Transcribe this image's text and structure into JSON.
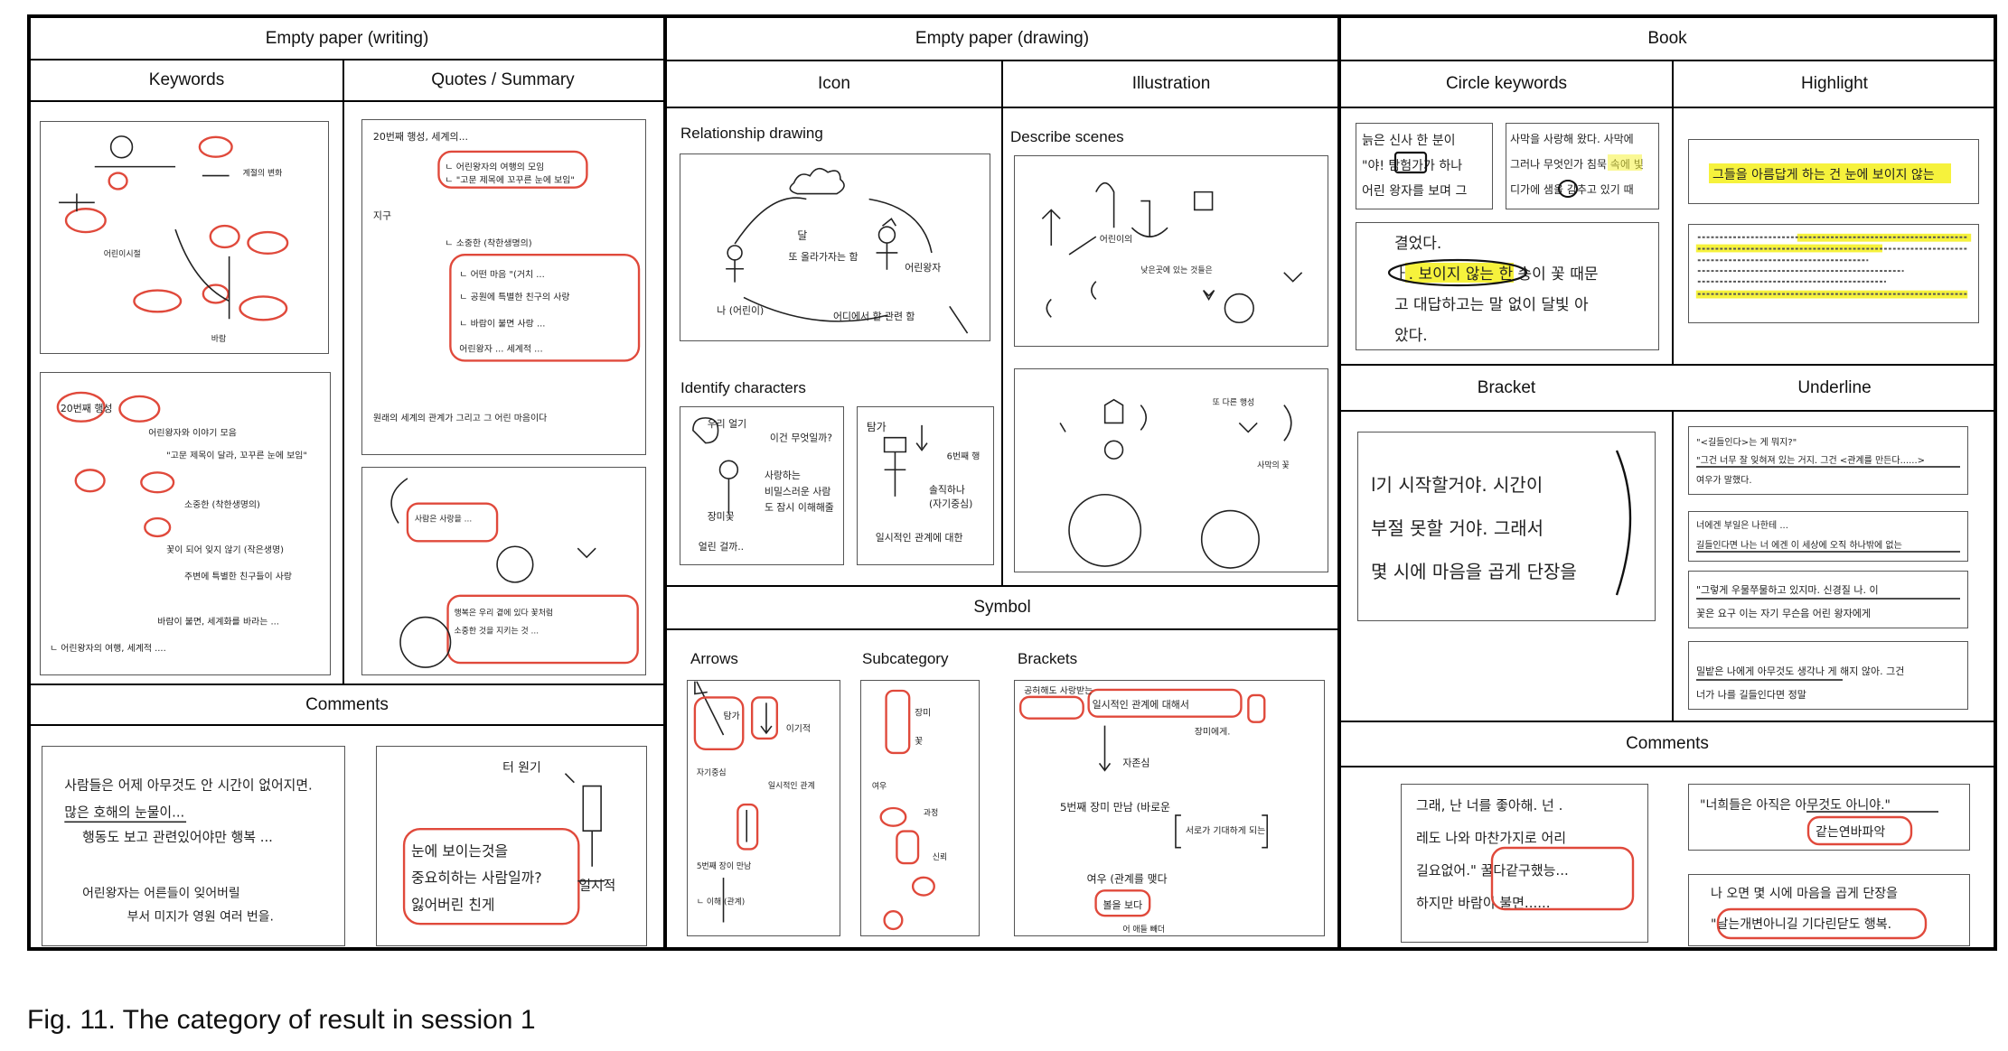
{
  "figure": {
    "caption": "Fig. 11. The category of result in session 1",
    "sections": [
      {
        "title": "Empty paper (writing)",
        "subs": [
          "Keywords",
          "Quotes / Summary"
        ],
        "comments": "Comments"
      },
      {
        "title": "Empty paper (drawing)",
        "subs": [
          "Icon",
          "Illustration"
        ],
        "icon_labels": [
          "Relationship drawing",
          "Identify characters"
        ],
        "illustration_labels": [
          "Describe scenes"
        ],
        "symbol": "Symbol",
        "symbol_labels": [
          "Arrows",
          "Subcategory",
          "Brackets"
        ]
      },
      {
        "title": "Book",
        "subs": [
          "Circle keywords",
          "Highlight",
          "Bracket",
          "Underline"
        ],
        "comments": "Comments",
        "book_text": {
          "circle_a": [
            "늙은 신사 한 분이 ",
            "\"야! 탐험가가 하나",
            "어린 왕자를 보며 그"
          ],
          "circle_b": [
            "사막을 사랑해 왔다. 사막에",
            "그러나 무엇인가 침묵 속에 빛",
            "디가에 샘을 감추고 있기 때"
          ],
          "circle_c": [
            "결었다.",
            "ㅏ. 보이지 않는 한 송이 꽃 때문",
            "고 대답하고는 말 없이 달빛 아",
            "았다."
          ],
          "highlight_a": "그들을 아름답게 하는 건 눈에 보이지 않는",
          "bracket": [
            "l기 시작할거야. 시간이",
            "부절 못할 거야. 그래서",
            "몇 시에 마음을 곱게 단장을"
          ],
          "underline_a": [
            "\"<길들인다>는 게 뭐지?\"",
            "\"그건 너무 잘 잊혀져 있는 거지. 그건 <관계를 만든다......>",
            "여우가 말했다."
          ],
          "underline_b": [
            "너에겐 부일은 나한테 ...",
            "길들인다면 나는 너 에겐 이 세상에 오직 하나밖에 없는"
          ],
          "underline_c": [
            "\"그렇게 우물쭈물하고 있지마. 신경질 나. 이",
            "꽃은 요구 이는 자기 무슨음 어린 왕자에게"
          ],
          "underline_d": [
            "밀밭은 나에게 아무것도 생각나 게 해지 않아. 그건",
            "너가 나를 길들인다면 정말"
          ],
          "comments_a": [
            "그래, 난 너를 좋아해. 넌 .",
            "레도 나와 마찬가지로 어리",
            "길요없어.\" 꿀다같구했능...",
            "하지만 바람이 불면......"
          ],
          "comments_b": [
            "\"너희들은 아직은 아무것도 아니야.\"",
            "같는연바파악",
            "나 오면 몇 시에 마음을 곱게 단장을",
            "\"날는개변아니길 기다린닫도 행복."
          ]
        }
      }
    ]
  }
}
